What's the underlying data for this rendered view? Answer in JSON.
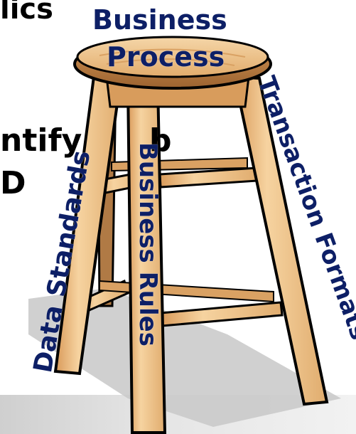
{
  "background_fragments": {
    "top_left": "lics",
    "mid_left_1": "ntify",
    "mid_left_1_tail": "b",
    "mid_left_2": "D"
  },
  "diagram": {
    "seat_title_line1": "Business",
    "seat_title_line2": "Process",
    "leg_left_label": "Data Standards",
    "leg_middle_label": "Business Rules",
    "leg_right_label": "Transaction Formats"
  },
  "colors": {
    "label_text": "#0d1f66",
    "wood_light": "#f3cf9a",
    "wood_mid": "#e0a865",
    "wood_dark": "#b5773c",
    "outline": "#000000",
    "shadow": "#c8c8c8"
  }
}
